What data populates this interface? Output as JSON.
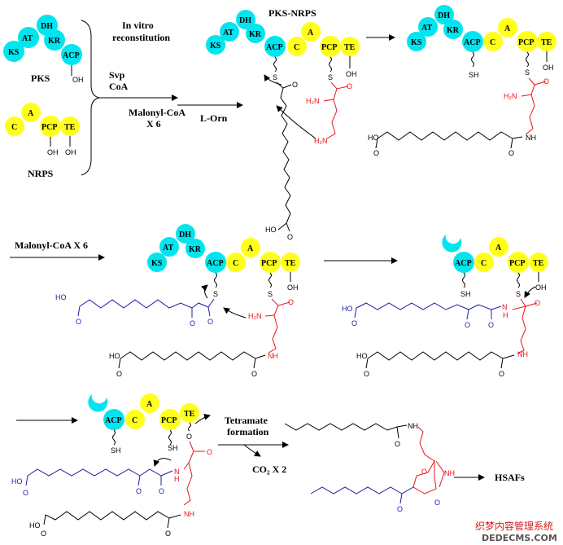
{
  "colors": {
    "pks": "#00e5ee",
    "nrps": "#ffff1a",
    "red": "#e8141e",
    "blue": "#1c1ca8",
    "black": "#000000"
  },
  "labels": {
    "pks": "PKS",
    "nrps": "NRPS",
    "pks_nrps": "PKS-NRPS",
    "in_vitro_1": "In vitro",
    "in_vitro_2": "reconstitution",
    "svp": "Svp",
    "coa": "CoA",
    "malonyl_1": "Malonyl-CoA",
    "malonyl_2": "X 6",
    "lorn": "L-Orn",
    "malonyl_row2": "Malonyl-CoA X 6",
    "tetramate_1": "Tetramate",
    "tetramate_2": "formation",
    "co2": "CO₂ X 2",
    "hsafs": "HSAFs"
  },
  "domains": {
    "ks": "KS",
    "at": "AT",
    "dh": "DH",
    "kr": "KR",
    "acp": "ACP",
    "c": "C",
    "a": "A",
    "pcp": "PCP",
    "te": "TE"
  },
  "atoms": {
    "oh": "OH",
    "sh": "SH",
    "s": "S",
    "o": "O",
    "h2n": "H₂N",
    "nh": "NH",
    "ho": "HO",
    "n": "N",
    "h": "H"
  },
  "watermark": {
    "line1": "织梦内容管理系统",
    "line2": "DEDECMS.COM"
  }
}
